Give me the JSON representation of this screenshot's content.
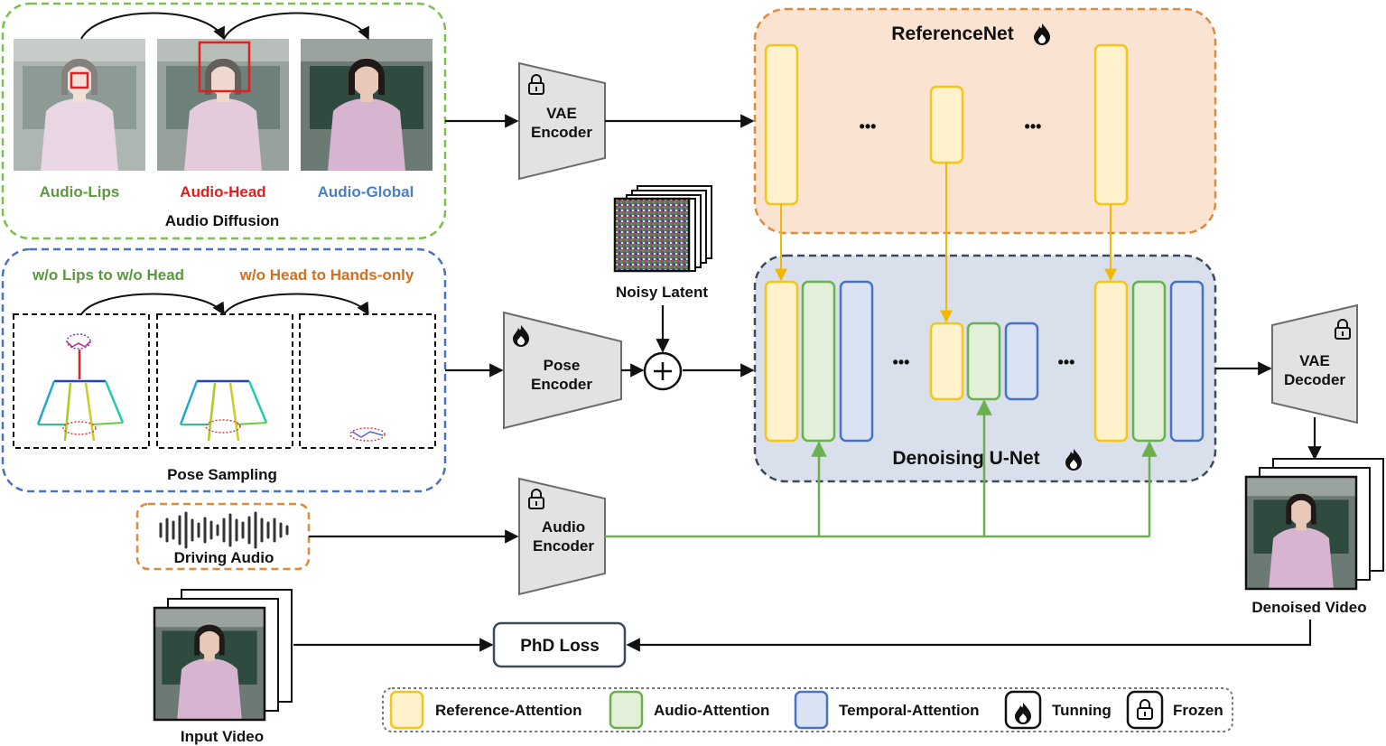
{
  "audio_diffusion": {
    "title": "Audio Diffusion",
    "stages": [
      "Audio-Lips",
      "Audio-Head",
      "Audio-Global"
    ],
    "colors": {
      "lips": "#5a9a3c",
      "head": "#e02020",
      "global": "#4a7fc0"
    }
  },
  "pose_sampling": {
    "title": "Pose Sampling",
    "transitions": [
      "w/o Lips to w/o Head",
      "w/o Head to Hands-only"
    ],
    "colors": {
      "first": "#5a9a3c",
      "second": "#d07020"
    }
  },
  "driving_audio": {
    "label": "Driving Audio"
  },
  "noisy_latent": {
    "label": "Noisy Latent"
  },
  "vae_encoder": {
    "line1": "VAE",
    "line2": "Encoder",
    "state": "lock-icon"
  },
  "pose_encoder": {
    "line1": "Pose",
    "line2": "Encoder",
    "state": "flame-icon"
  },
  "audio_encoder": {
    "line1": "Audio",
    "line2": "Encoder",
    "state": "lock-icon"
  },
  "vae_decoder": {
    "line1": "VAE",
    "line2": "Decoder",
    "state": "lock-icon"
  },
  "reference_net": {
    "title": "ReferenceNet",
    "ellipsis": "•••"
  },
  "denoising_unet": {
    "title": "Denoising U-Net",
    "ellipsis": "•••"
  },
  "input_video": {
    "label": "Input Video"
  },
  "denoised_video": {
    "label": "Denoised Video"
  },
  "loss": {
    "label": "PhD Loss"
  },
  "legend": {
    "items": [
      {
        "label": "Reference-Attention",
        "icon": "reference-attention-swatch"
      },
      {
        "label": "Audio-Attention",
        "icon": "audio-attention-swatch"
      },
      {
        "label": "Temporal-Attention",
        "icon": "temporal-attention-swatch"
      },
      {
        "label": "Tunning",
        "icon": "flame-icon"
      },
      {
        "label": "Frozen",
        "icon": "lock-icon"
      }
    ]
  },
  "colors": {
    "reference_attention": "#f5c518",
    "audio_attention": "#6ab04c",
    "temporal_attention": "#4a72c4"
  }
}
